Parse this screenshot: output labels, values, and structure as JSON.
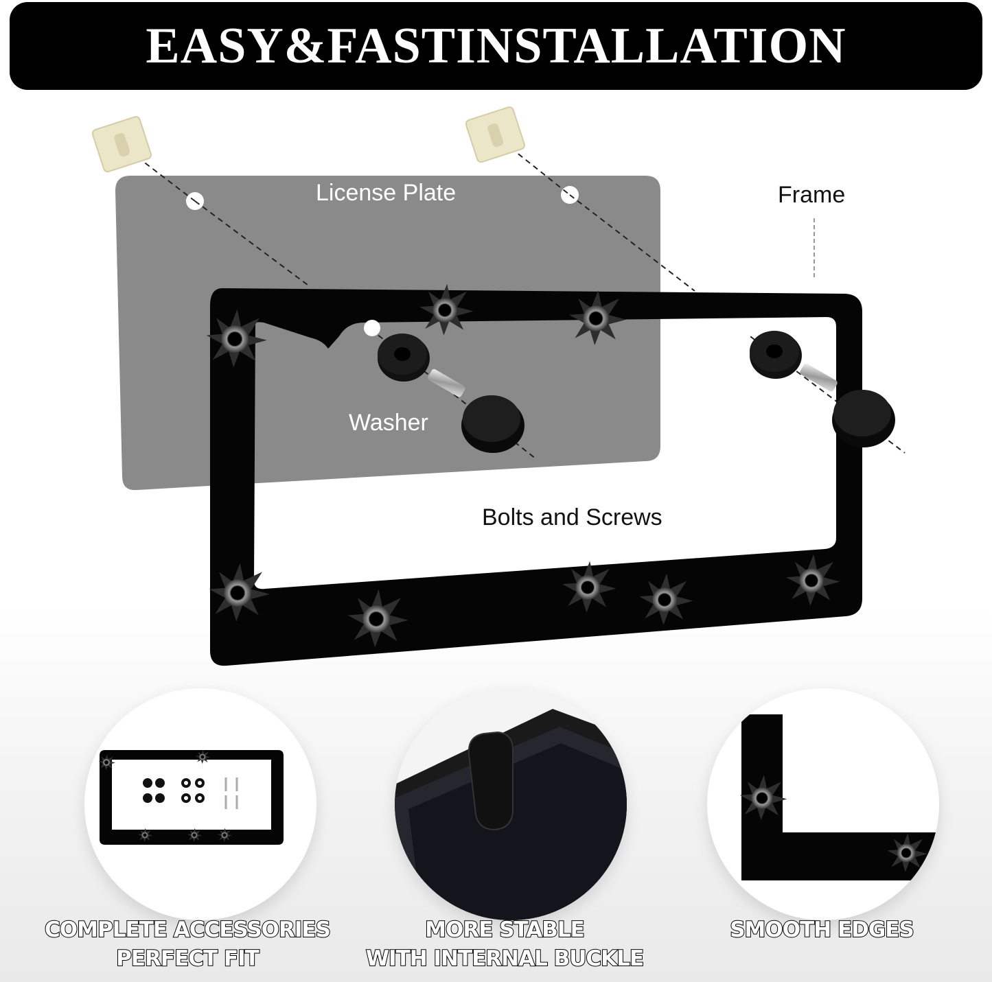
{
  "banner": {
    "title": "EASY&FASTINSTALLATION"
  },
  "diagram": {
    "license_plate_label": "License Plate",
    "frame_label": "Frame",
    "washer_label": "Washer",
    "bolts_label": "Bolts and Screws"
  },
  "features": [
    {
      "line1": "COMPLETE ACCESSORIES",
      "line2": "PERFECT FIT"
    },
    {
      "line1": "MORE STABLE",
      "line2": "WITH INTERNAL BUCKLE"
    },
    {
      "line1": "SMOOTH EDGES",
      "line2": ""
    }
  ],
  "colors": {
    "banner_bg": "#000000",
    "plate_gray": "#8a8a8a",
    "frame_black": "#050505",
    "nut_cream": "#ece6c8"
  }
}
